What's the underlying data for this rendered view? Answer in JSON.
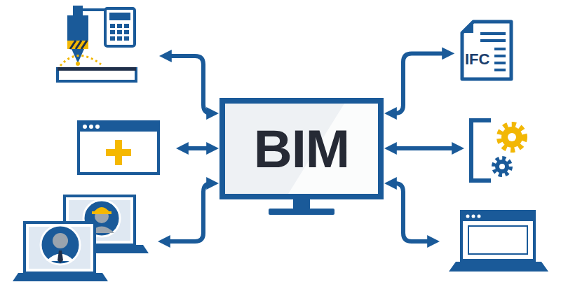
{
  "diagram": {
    "nodes": [
      {
        "text": [
          "BIM"
        ]
      },
      {
        "text": [
          "IFC"
        ]
      }
    ],
    "edges": [
      {
        "from": 0,
        "to": 1,
        "arrow": "both"
      }
    ]
  }
}
